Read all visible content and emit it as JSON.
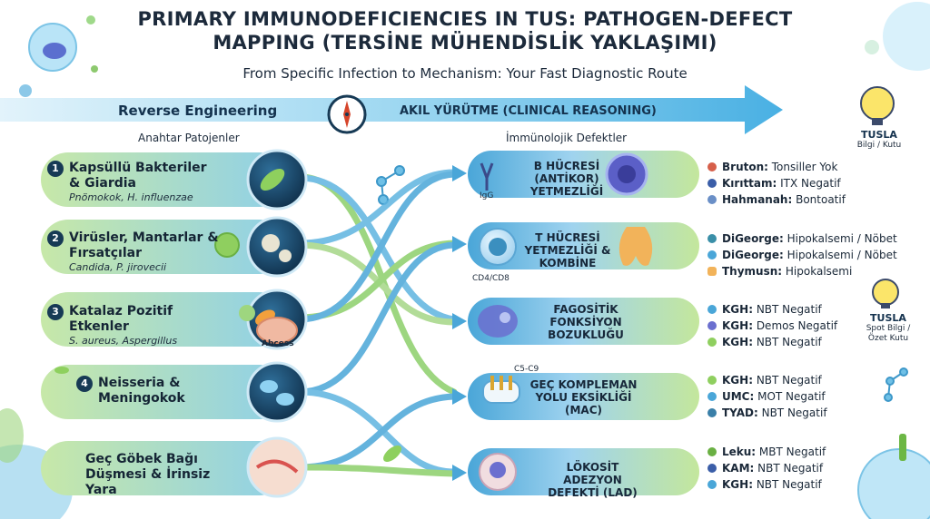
{
  "title_line1": "PRIMARY IMMUNODEFICIENCIES IN TUS: PATHOGEN-DEFECT",
  "title_line2": "MAPPING (TERSİNE MÜHENDİSLİK YAKLAŞIMI)",
  "subtitle": "From Specific Infection to Mechanism: Your Fast Diagnostic Route",
  "arrow_left_label": "Reverse Engineering",
  "arrow_right_label": "AKIL YÜRÜTME (CLINICAL REASONING)",
  "left_header": "Anahtar Patojenler",
  "right_header": "İmmünolojik Defektler",
  "pathogens": [
    {
      "num": "1",
      "name": "Kapsüllü Bakteriler & Giardia",
      "sub": "Pnömokok, H. influenzae"
    },
    {
      "num": "2",
      "name": "Virüsler, Mantarlar & Fırsatçılar",
      "sub": "Candida, P. jirovecii"
    },
    {
      "num": "3",
      "name": "Katalaz Pozitif Etkenler",
      "sub": "S. aureus, Aspergillus"
    },
    {
      "num": "4",
      "name": "Neisseria & Meningokok",
      "sub": ""
    },
    {
      "num": "",
      "name": "Geç Göbek Bağı Düşmesi & İrinsiz Yara",
      "sub": ""
    }
  ],
  "abscess_label": "Abcess",
  "defects": [
    {
      "name": "B HÜCRESİ (ANTİKOR) YETMEZLİĞİ",
      "tag": "IgG"
    },
    {
      "name": "T HÜCRESİ YETMEZLİĞİ & KOMBİNE",
      "tag": "CD4/CD8"
    },
    {
      "name": "FAGOSİTİK FONKSİYON BOZUKLUĞU",
      "tag": ""
    },
    {
      "name": "GEÇ KOMPLEMAN YOLU EKSİKLİĞİ (MAC)",
      "tag": "C5-C9"
    },
    {
      "name": "LÖKOSİT ADEZYON DEFEKTİ (LAD)",
      "tag": ""
    }
  ],
  "tests": [
    [
      {
        "k": "Bruton:",
        "v": " Tonsiller Yok"
      },
      {
        "k": "Kırıttam:",
        "v": " ITX Negatif"
      },
      {
        "k": "Hahmanah:",
        "v": " Bontoatif"
      }
    ],
    [
      {
        "k": "DiGeorge:",
        "v": " Hipokalsemi / Nöbet"
      },
      {
        "k": "DiGeorge:",
        "v": " Hipokalsemi / Nöbet"
      },
      {
        "k": "Thymusn:",
        "v": " Hipokalsemi"
      }
    ],
    [
      {
        "k": "KGH:",
        "v": " NBT Negatif"
      },
      {
        "k": "KGH:",
        "v": " Demos Negatif"
      },
      {
        "k": "KGH:",
        "v": " NBT Negatif"
      }
    ],
    [
      {
        "k": "KGH:",
        "v": " NBT Negatif"
      },
      {
        "k": "UMC:",
        "v": " MOT Negatif"
      },
      {
        "k": "TYAD:",
        "v": " NBT Negatif"
      }
    ],
    [
      {
        "k": "Leku:",
        "v": " MBT Negatif"
      },
      {
        "k": "KAM:",
        "v": " NBT Negatif"
      },
      {
        "k": "KGH:",
        "v": " NBT Negatif"
      }
    ]
  ],
  "tusla_top_title": "TUSLA",
  "tusla_top_sub": "Bilgi / Kutu",
  "tusla_mid_title": "TUSLA",
  "tusla_mid_sub1": "Spot Bilgi /",
  "tusla_mid_sub2": "Özet Kutu",
  "colors": {
    "green": "#a9d98a",
    "blue": "#5ab0de",
    "navy": "#173a55",
    "arrow": "#4fb3e3"
  }
}
